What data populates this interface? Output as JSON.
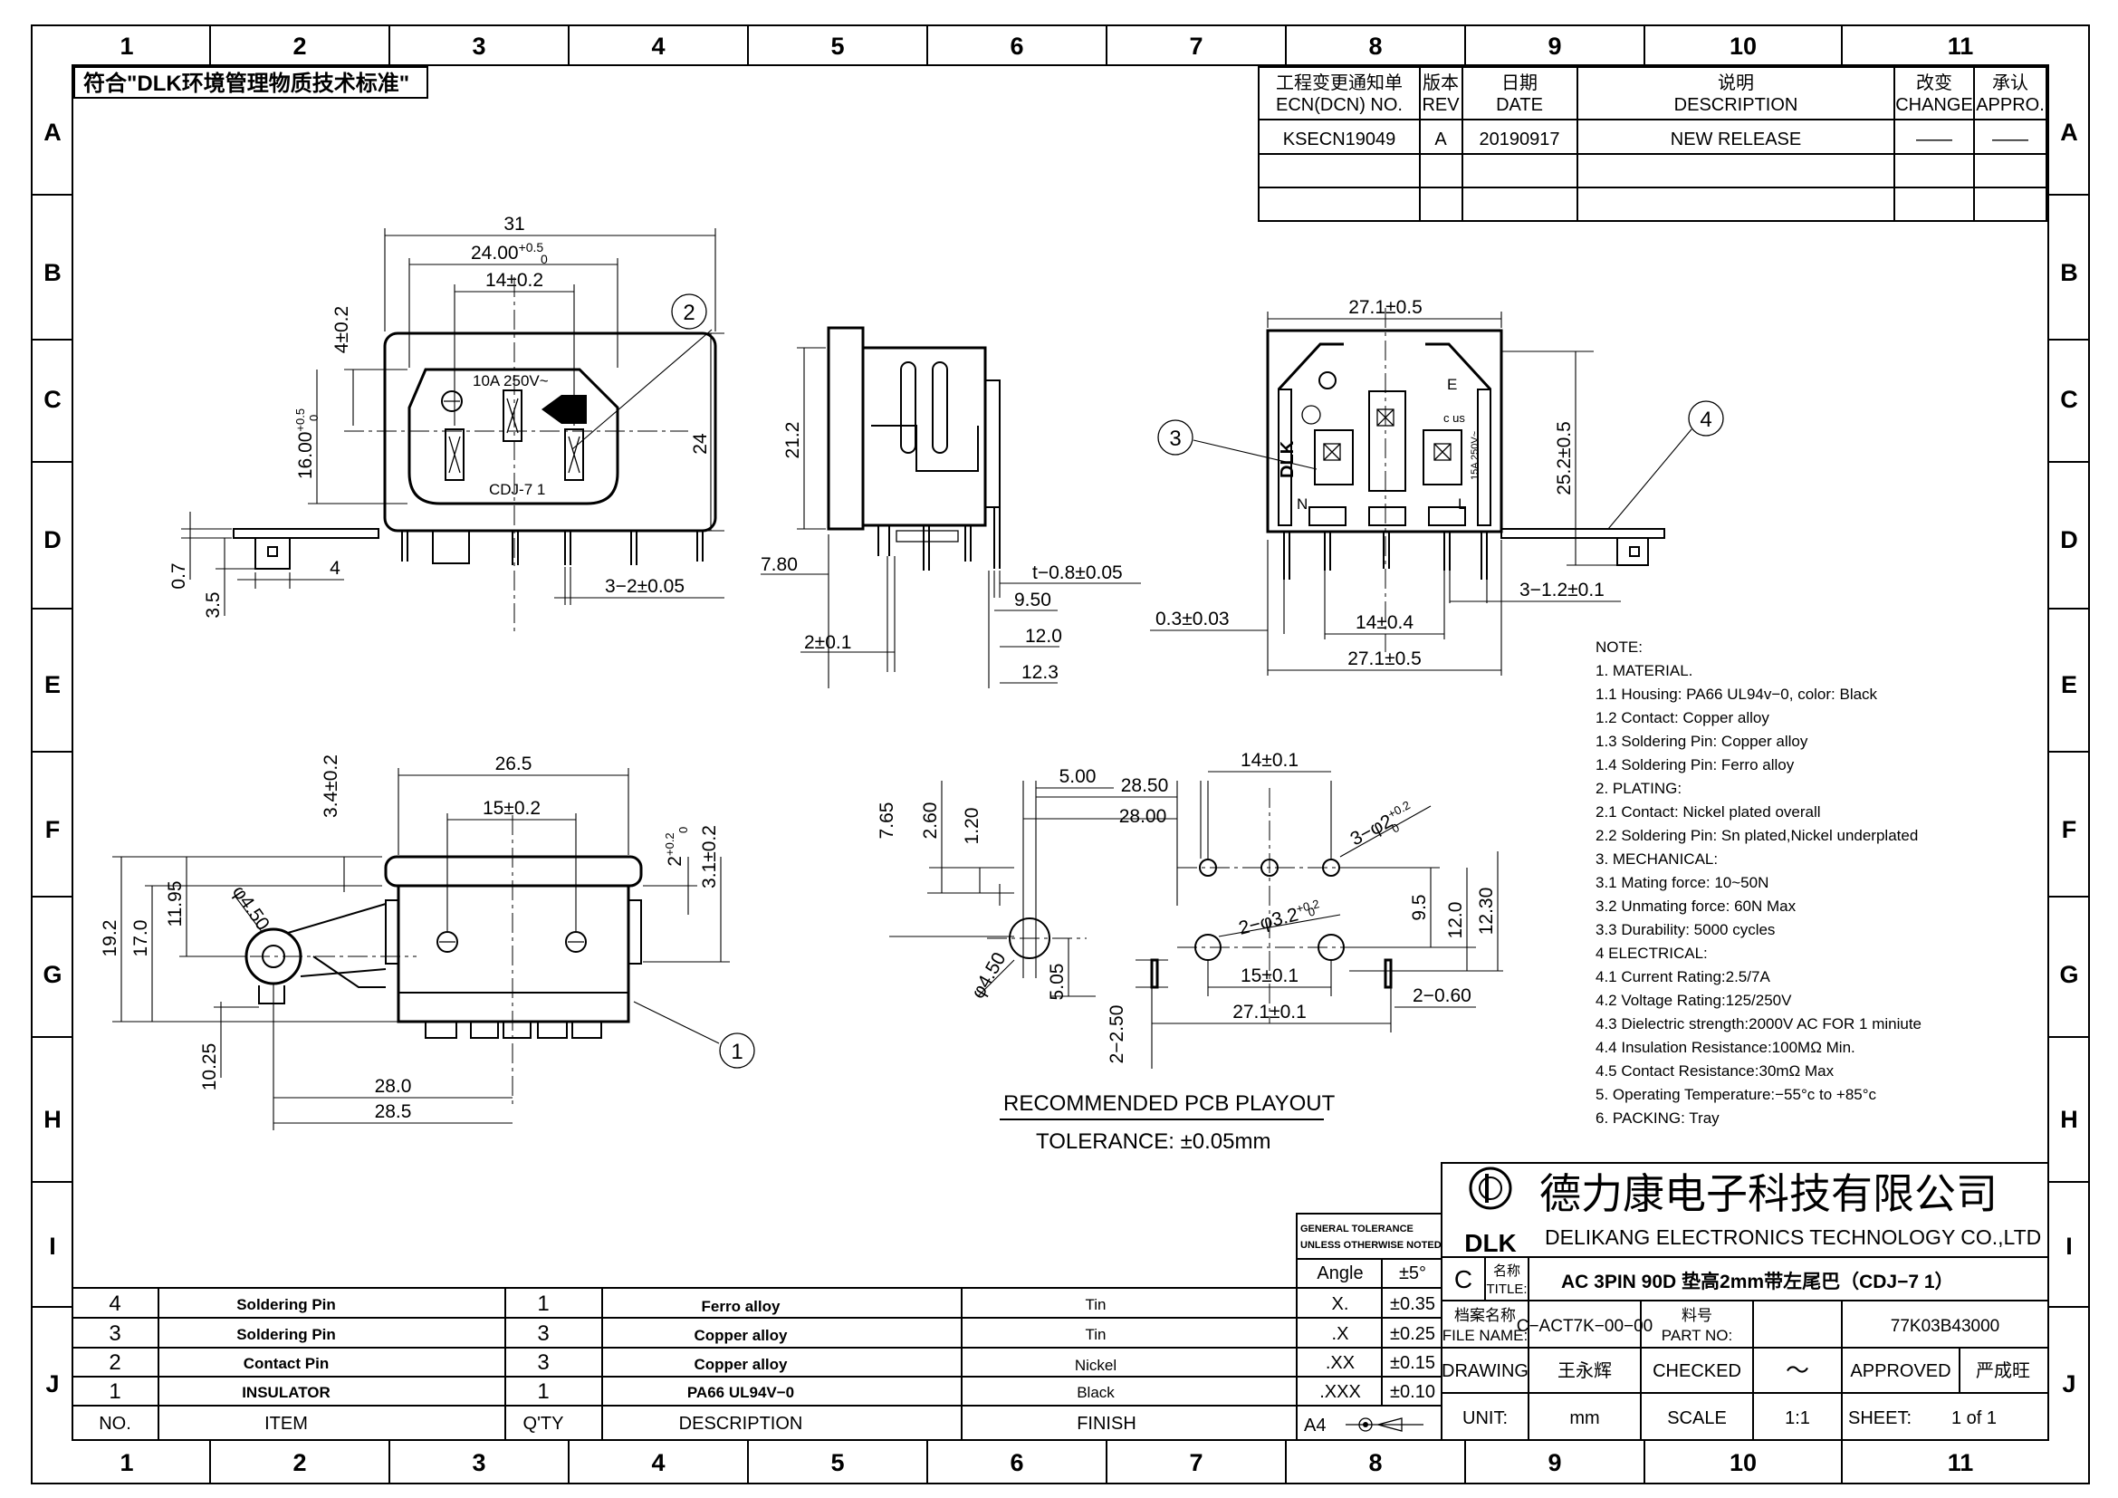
{
  "frame": {
    "cols": [
      "1",
      "2",
      "3",
      "4",
      "5",
      "6",
      "7",
      "8",
      "9",
      "10",
      "11"
    ],
    "rows": [
      "A",
      "B",
      "C",
      "D",
      "E",
      "F",
      "G",
      "H",
      "I",
      "J"
    ]
  },
  "compliance_label": "符合\"DLK环境管理物质技术标准\"",
  "revision_table": {
    "headers": {
      "ecn_cn": "工程变更通知单",
      "ecn_en": "ECN(DCN) NO.",
      "rev_cn": "版本",
      "rev_en": "REV",
      "date_cn": "日期",
      "date_en": "DATE",
      "desc_cn": "说明",
      "desc_en": "DESCRIPTION",
      "change_cn": "改变",
      "change_en": "CHANGE",
      "appro_cn": "承认",
      "appro_en": "APPRO."
    },
    "rows": [
      {
        "ecn": "KSECN19049",
        "rev": "A",
        "date": "20190917",
        "desc": "NEW RELEASE",
        "change": "——",
        "appro": "——"
      }
    ]
  },
  "front_view": {
    "d_31": "31",
    "d_24": "24.00",
    "d_24_tol_up": "+0.5",
    "d_24_tol_dn": "0",
    "d_14": "14±0.2",
    "d_4": "4±0.2",
    "d_16": "16.00",
    "d_16_tol_up": "+0.5",
    "d_16_tol_dn": "0",
    "d_h24": "24",
    "d_07": "0.7",
    "d_35": "3.5",
    "d_4b": "4",
    "d_pin": "3−2±0.05",
    "rating": "10A  250V~",
    "model": "CDJ-7  1",
    "balloon": "2"
  },
  "side_view": {
    "d_212": "21.2",
    "d_780": "7.80",
    "d_t": "t−0.8±0.05",
    "d_950": "9.50",
    "d_120": "12.0",
    "d_123": "12.3",
    "d_2": "2±0.1"
  },
  "rear_view": {
    "d_271_top": "27.1±0.5",
    "d_252": "25.2±0.5",
    "d_03": "0.3±0.03",
    "d_14": "14±0.4",
    "d_271_bot": "27.1±0.5",
    "d_pin": "3−1.2±0.1",
    "balloon_3": "3",
    "balloon_4": "4",
    "mark_dlk": "DLK",
    "mark_n": "N",
    "mark_l": "L",
    "mark_e": "E",
    "mark_cus": "c    us",
    "mark_rating": "15A 250V~"
  },
  "bottom_view": {
    "d_265": "26.5",
    "d_15": "15±0.2",
    "d_34": "3.4±0.2",
    "d_2": "2",
    "d_2_tol_up": "+0.2",
    "d_2_tol_dn": "0",
    "d_31": "3.1±0.2",
    "d_192": "19.2",
    "d_170": "17.0",
    "d_1195": "11.95",
    "d_450": "φ4.50",
    "d_1025": "10.25",
    "d_280": "28.0",
    "d_285": "28.5",
    "balloon_1": "1"
  },
  "pcb_layout": {
    "d_500": "5.00",
    "d_2850": "28.50",
    "d_2800": "28.00",
    "d_14": "14±0.1",
    "d_765": "7.65",
    "d_260": "2.60",
    "d_120": "1.20",
    "d_hole2": "3−φ2",
    "d_hole2_tol_up": "+0.2",
    "d_hole2_tol_dn": "0",
    "d_hole32": "2−φ3.2",
    "d_hole32_tol_up": "+0.2",
    "d_hole32_tol_dn": "0",
    "d_95": "9.5",
    "d_120b": "12.0",
    "d_1230": "12.30",
    "d_15": "15±0.1",
    "d_450": "φ4.50",
    "d_505": "5.05",
    "d_250": "2−2.50",
    "d_271": "27.1±0.1",
    "d_060": "2−0.60",
    "title": "RECOMMENDED PCB PLAYOUT",
    "tolerance": "TOLERANCE: ±0.05mm"
  },
  "notes": [
    "NOTE:",
    "1.  MATERIAL.",
    "1.1  Housing: PA66  UL94v−0,  color:  Black",
    "1.2  Contact:  Copper  alloy",
    "1.3  Soldering  Pin:  Copper  alloy",
    "1.4  Soldering  Pin:    Ferro  alloy",
    "2.  PLATING:",
    "2.1  Contact:  Nickel  plated  overall",
    "2.2  Soldering  Pin:  Sn  plated,Nickel  underplated",
    "3.    MECHANICAL:",
    "3.1  Mating  force:  10~50N",
    "3.2  Unmating  force:  60N  Max",
    "3.3  Durability:  5000  cycles",
    "4     ELECTRICAL:",
    "4.1  Current  Rating:2.5/7A",
    "4.2  Voltage  Rating:125/250V",
    "4.3  Dielectric  strength:2000V  AC  FOR  1  miniute",
    "4.4  Insulation  Resistance:100MΩ  Min.",
    "4.5  Contact  Resistance:30mΩ  Max",
    "5.  Operating  Temperature:−55°c  to  +85°c",
    "6.  PACKING:  Tray"
  ],
  "bom": {
    "headers": {
      "no": "NO.",
      "item": "ITEM",
      "qty": "Q'TY",
      "desc": "DESCRIPTION",
      "finish": "FINISH"
    },
    "rows": [
      {
        "no": "4",
        "item": "Soldering Pin",
        "qty": "1",
        "desc": "Ferro  alloy",
        "finish": "Tin"
      },
      {
        "no": "3",
        "item": "Soldering Pin",
        "qty": "3",
        "desc": "Copper  alloy",
        "finish": "Tin"
      },
      {
        "no": "2",
        "item": "Contact Pin",
        "qty": "3",
        "desc": "Copper  alloy",
        "finish": "Nickel"
      },
      {
        "no": "1",
        "item": "INSULATOR",
        "qty": "1",
        "desc": "PA66  UL94V−0",
        "finish": "Black"
      }
    ]
  },
  "tolerance_block": {
    "header1": "GENERAL TOLERANCE",
    "header2": "UNLESS OTHERWISE NOTED",
    "angle_label": "Angle",
    "angle_val": "±5°",
    "rows": [
      {
        "label": "X.",
        "val": "±0.35"
      },
      {
        "label": ".X",
        "val": "±0.25"
      },
      {
        "label": ".XX",
        "val": "±0.15"
      },
      {
        "label": ".XXX",
        "val": "±0.10"
      }
    ],
    "paper": "A4"
  },
  "title_block": {
    "logo": "DLK",
    "company_cn": "德力康电子科技有限公司",
    "company_en": "DELIKANG  ELECTRONICS  TECHNOLOGY  CO.,LTD",
    "rev_letter": "C",
    "title_label_cn": "名称",
    "title_label_en": "TITLE:",
    "title": "AC 3PIN 90D 垫高2mm带左尾巴（CDJ−7 1）",
    "file_label_cn": "档案名称",
    "file_label_en": "FILE  NAME:",
    "file_name": "C−ACT7K−00−00",
    "part_label_cn": "料号",
    "part_label_en": "PART  NO:",
    "part_no": "77K03B43000",
    "drawing_label": "DRAWING",
    "drawing_by": "王永辉",
    "checked_label": "CHECKED",
    "checked_by": "〜",
    "approved_label": "APPROVED",
    "approved_by": "严成旺",
    "unit_label": "UNIT:",
    "unit": "mm",
    "scale_label": "SCALE",
    "scale": "1:1",
    "sheet_label": "SHEET:",
    "sheet": "1  of  1"
  }
}
